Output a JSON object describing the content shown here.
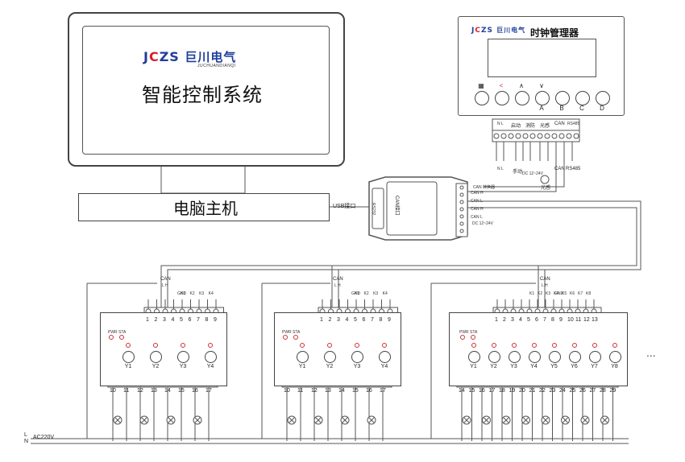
{
  "computer": {
    "logo": {
      "mark_left": "J",
      "mark_mid": "C",
      "mark_right": "ZS",
      "brand": "巨川电气",
      "sub": "JUCHUANDIANQI"
    },
    "screen_title": "智能控制系统",
    "host_label": "电脑主机"
  },
  "clock_manager": {
    "logo": {
      "mark_left": "J",
      "mark_mid": "C",
      "mark_right": "ZS",
      "brand": "巨川电气"
    },
    "title": "时钟管理器",
    "buttons": [
      {
        "symbol": "▦",
        "label": ""
      },
      {
        "symbol": "<",
        "label": ""
      },
      {
        "symbol": "∧",
        "label": ""
      },
      {
        "symbol": "∨",
        "label": "A"
      },
      {
        "symbol": "",
        "label": "B"
      },
      {
        "symbol": "",
        "label": "C"
      },
      {
        "symbol": "",
        "label": "D"
      }
    ],
    "terminal_groups": [
      "N L",
      "启动",
      "消防",
      "光感",
      "CAN",
      "RS485"
    ],
    "below_labels": {
      "nl": "N  L",
      "manual": "手动",
      "dc": "DC 12~24V",
      "light": "光感",
      "can": "CAN",
      "rs485": "RS485"
    }
  },
  "converter": {
    "interface_label": "CAN接口",
    "rs232": "RS232",
    "title": "CAN 转换器",
    "usb_label": "USB接口",
    "pin_labels": [
      "CAN H",
      "CAN L",
      "CAN H",
      "CAN L"
    ],
    "right_text": "CAN 转换器",
    "dc_label": "DC 12~24V"
  },
  "modules": [
    {
      "can_label": "CAN",
      "can_pins": "L  H",
      "gnd_label": "GND",
      "k_labels": [
        "K1",
        "K2",
        "K3",
        "K4"
      ],
      "top_numbers": [
        "1",
        "2",
        "3",
        "4",
        "5",
        "6",
        "7",
        "8",
        "9"
      ],
      "led_labels": [
        "PWR",
        "STA"
      ],
      "y_labels": [
        "Y1",
        "Y2",
        "Y3",
        "Y4"
      ],
      "bottom_numbers": [
        "10",
        "11",
        "12",
        "13",
        "14",
        "15",
        "16",
        "17"
      ]
    },
    {
      "can_label": "CAN",
      "can_pins": "L  H",
      "gnd_label": "GND",
      "k_labels": [
        "K1",
        "K2",
        "K3",
        "K4"
      ],
      "top_numbers": [
        "1",
        "2",
        "3",
        "4",
        "5",
        "6",
        "7",
        "8",
        "9"
      ],
      "led_labels": [
        "PWR",
        "STA"
      ],
      "y_labels": [
        "Y1",
        "Y2",
        "Y3",
        "Y4"
      ],
      "bottom_numbers": [
        "10",
        "11",
        "12",
        "13",
        "14",
        "15",
        "16",
        "17"
      ]
    },
    {
      "can_label": "CAN",
      "can_pins": "L  H",
      "gnd_label": "GND",
      "k_labels": [
        "K1",
        "K2",
        "K3",
        "K4",
        "K5",
        "K6",
        "K7",
        "K8"
      ],
      "top_numbers": [
        "1",
        "2",
        "3",
        "4",
        "5",
        "6",
        "7",
        "8",
        "9",
        "10",
        "11",
        "12",
        "13"
      ],
      "led_labels": [
        "PWR",
        "STA"
      ],
      "y_labels": [
        "Y1",
        "Y2",
        "Y3",
        "Y4",
        "Y5",
        "Y6",
        "Y7",
        "Y8"
      ],
      "bottom_numbers": [
        "14",
        "15",
        "16",
        "17",
        "18",
        "19",
        "20",
        "21",
        "22",
        "23",
        "24",
        "25",
        "26",
        "27",
        "28",
        "29"
      ]
    }
  ],
  "mains": {
    "l": "L",
    "n": "N",
    "voltage": "AC220V"
  },
  "ellipsis": "..."
}
